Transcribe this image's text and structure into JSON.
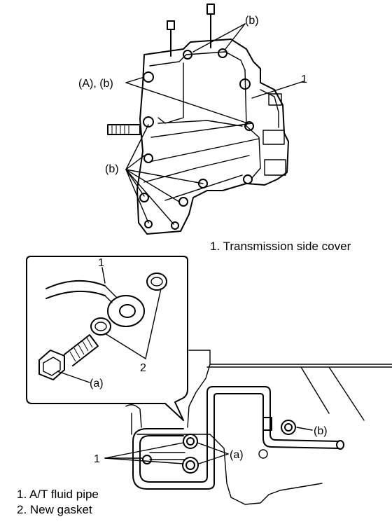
{
  "top_view": {
    "callouts": {
      "b_top": "(b)",
      "a_b_left": "(A), (b)",
      "b_left": "(b)",
      "item_1": "1"
    },
    "caption": "1.  Transmission side cover"
  },
  "bottom_view": {
    "callouts": {
      "inset_1": "1",
      "inset_2": "2",
      "inset_a": "(a)",
      "b_right": "(b)",
      "item_1": "1",
      "a_right": "(a)"
    },
    "legend": [
      "1.  A/T fluid pipe",
      "2.  New gasket"
    ]
  }
}
